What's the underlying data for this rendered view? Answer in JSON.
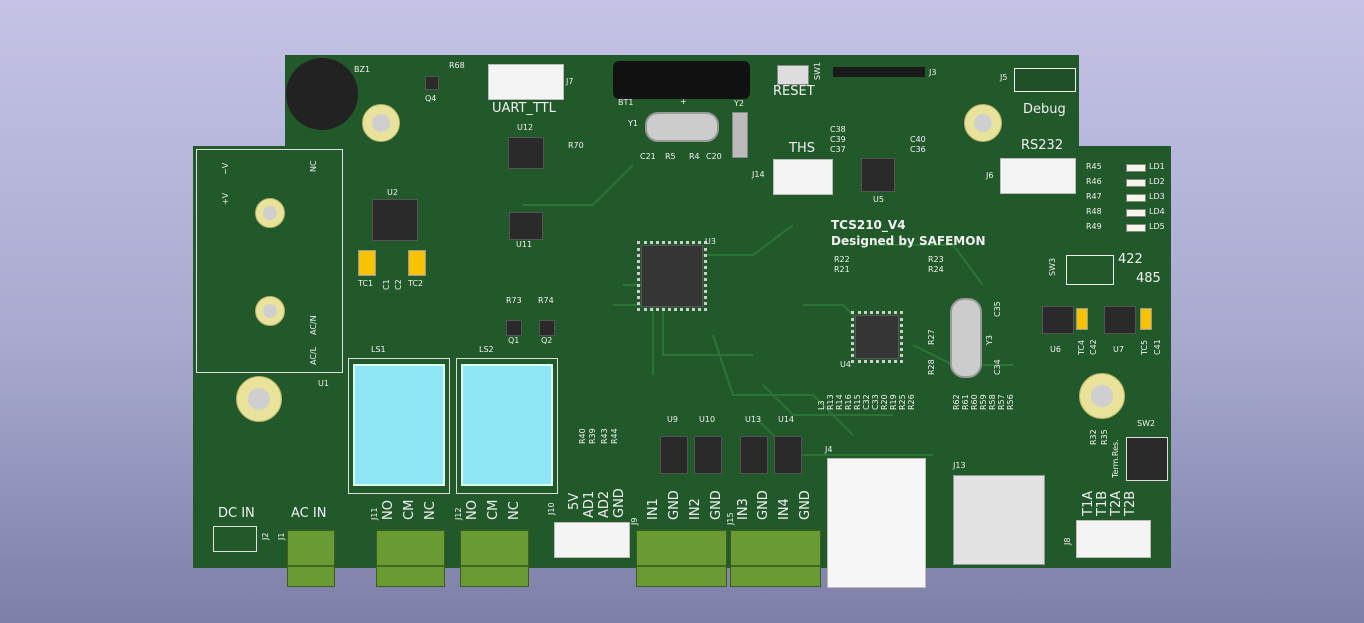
{
  "board": {
    "title": "TCS210_V4",
    "designer": "Designed by SAFEMON",
    "colors": {
      "soldermask": "#21592a",
      "silkscreen": "#f2f2f2",
      "pad": "#e8e29a",
      "terminal": "#6a9a33",
      "relay": "#8ee6f5"
    }
  },
  "labels": {
    "uart": "UART_TTL",
    "reset": "RESET",
    "debug": "Debug",
    "ths": "THS",
    "rs232": "RS232",
    "sel422": "422",
    "sel485": "485",
    "dc_in": "DC IN",
    "ac_in": "AC IN",
    "v_minus": "−V",
    "v_plus": "+V",
    "nc": "NC",
    "ac_l": "AC/L",
    "ac_n": "AC/N",
    "ls1_no": "NO",
    "ls1_cm": "CM",
    "ls1_nc": "NC",
    "ls2_no": "NO",
    "ls2_cm": "CM",
    "ls2_nc": "NC",
    "j10_5v": "5V",
    "j10_ad1": "AD1",
    "j10_ad2": "AD2",
    "j10_gnd": "GND",
    "j9_in1": "IN1",
    "j9_gnd1": "GND",
    "j9_in2": "IN2",
    "j9_gnd2": "GND",
    "j15_in3": "IN3",
    "j15_gnd1": "GND",
    "j15_in4": "IN4",
    "j15_gnd2": "GND",
    "t1a": "T1A",
    "t1b": "T1B",
    "t2a": "T2A",
    "t2b": "T2B",
    "term_res": "Term.Res."
  },
  "refs": {
    "bz1": "BZ1",
    "r68": "R68",
    "q4": "Q4",
    "j7": "J7",
    "bt1": "BT1",
    "plus": "+",
    "y1": "Y1",
    "y2": "Y2",
    "c21": "C21",
    "r5": "R5",
    "r4": "R4",
    "c20": "C20",
    "sw1": "SW1",
    "j3": "J3",
    "j5": "J5",
    "u12": "U12",
    "r70": "R70",
    "u2": "U2",
    "u11": "U11",
    "u1": "U1",
    "tc1": "TC1",
    "c1": "C1",
    "c2": "C2",
    "tc2": "TC2",
    "u3": "U3",
    "j14": "J14",
    "c38": "C38",
    "c39": "C39",
    "c37": "C37",
    "c40": "C40",
    "c36": "C36",
    "u5": "U5",
    "j6": "J6",
    "r45": "R45",
    "r46": "R46",
    "r47": "R47",
    "r48": "R48",
    "r49": "R49",
    "ld1": "LD1",
    "ld2": "LD2",
    "ld3": "LD3",
    "ld4": "LD4",
    "ld5": "LD5",
    "r22": "R22",
    "r21": "R21",
    "r23": "R23",
    "r24": "R24",
    "sw3": "SW3",
    "r73": "R73",
    "r74": "R74",
    "q1": "Q1",
    "q2": "Q2",
    "c35": "C35",
    "r27": "R27",
    "y3": "Y3",
    "r28": "R28",
    "c34": "C34",
    "u4": "U4",
    "u6": "U6",
    "tc4": "TC4",
    "c42": "C42",
    "u7": "U7",
    "tc5": "TC5",
    "c41": "C41",
    "ls1": "LS1",
    "ls2": "LS2",
    "r40": "R40",
    "r39": "R39",
    "r43": "R43",
    "r44": "R44",
    "u9": "U9",
    "u10": "U10",
    "u13": "U13",
    "u14": "U14",
    "l3": "L3",
    "r13": "R13",
    "r14": "R14",
    "r16": "R16",
    "r15": "R15",
    "c32": "C32",
    "c33": "C33",
    "r20": "R20",
    "r19": "R19",
    "r25": "R25",
    "r26": "R26",
    "r62": "R62",
    "r61": "R61",
    "r60": "R60",
    "r59": "R59",
    "r58": "R58",
    "r57": "R57",
    "r56": "R56",
    "sw2": "SW2",
    "r32": "R32",
    "r35": "R35",
    "j4": "J4",
    "j13": "J13",
    "j1": "J1",
    "j2": "J2",
    "j11": "J11",
    "j12": "J12",
    "j10": "J10",
    "j9": "J9",
    "j15": "J15",
    "j8": "J8"
  }
}
